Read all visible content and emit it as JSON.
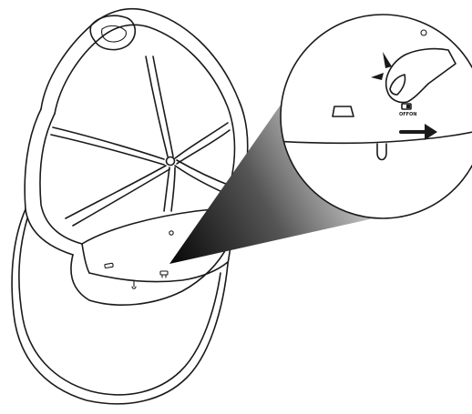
{
  "figure": {
    "subject": "baseball-cap-underside",
    "detail_view": "magnified-switch-area",
    "switch": {
      "off_label": "OFF",
      "on_label": "ON",
      "direction": "slide-right"
    },
    "colors": {
      "ink": "#1a1a1a",
      "background": "#ffffff",
      "beam_dark": "#0a0a0a",
      "beam_light": "#f0f0f0"
    },
    "icons": [
      "finger-icon",
      "press-indicator-icon",
      "arrow-right-icon"
    ]
  }
}
